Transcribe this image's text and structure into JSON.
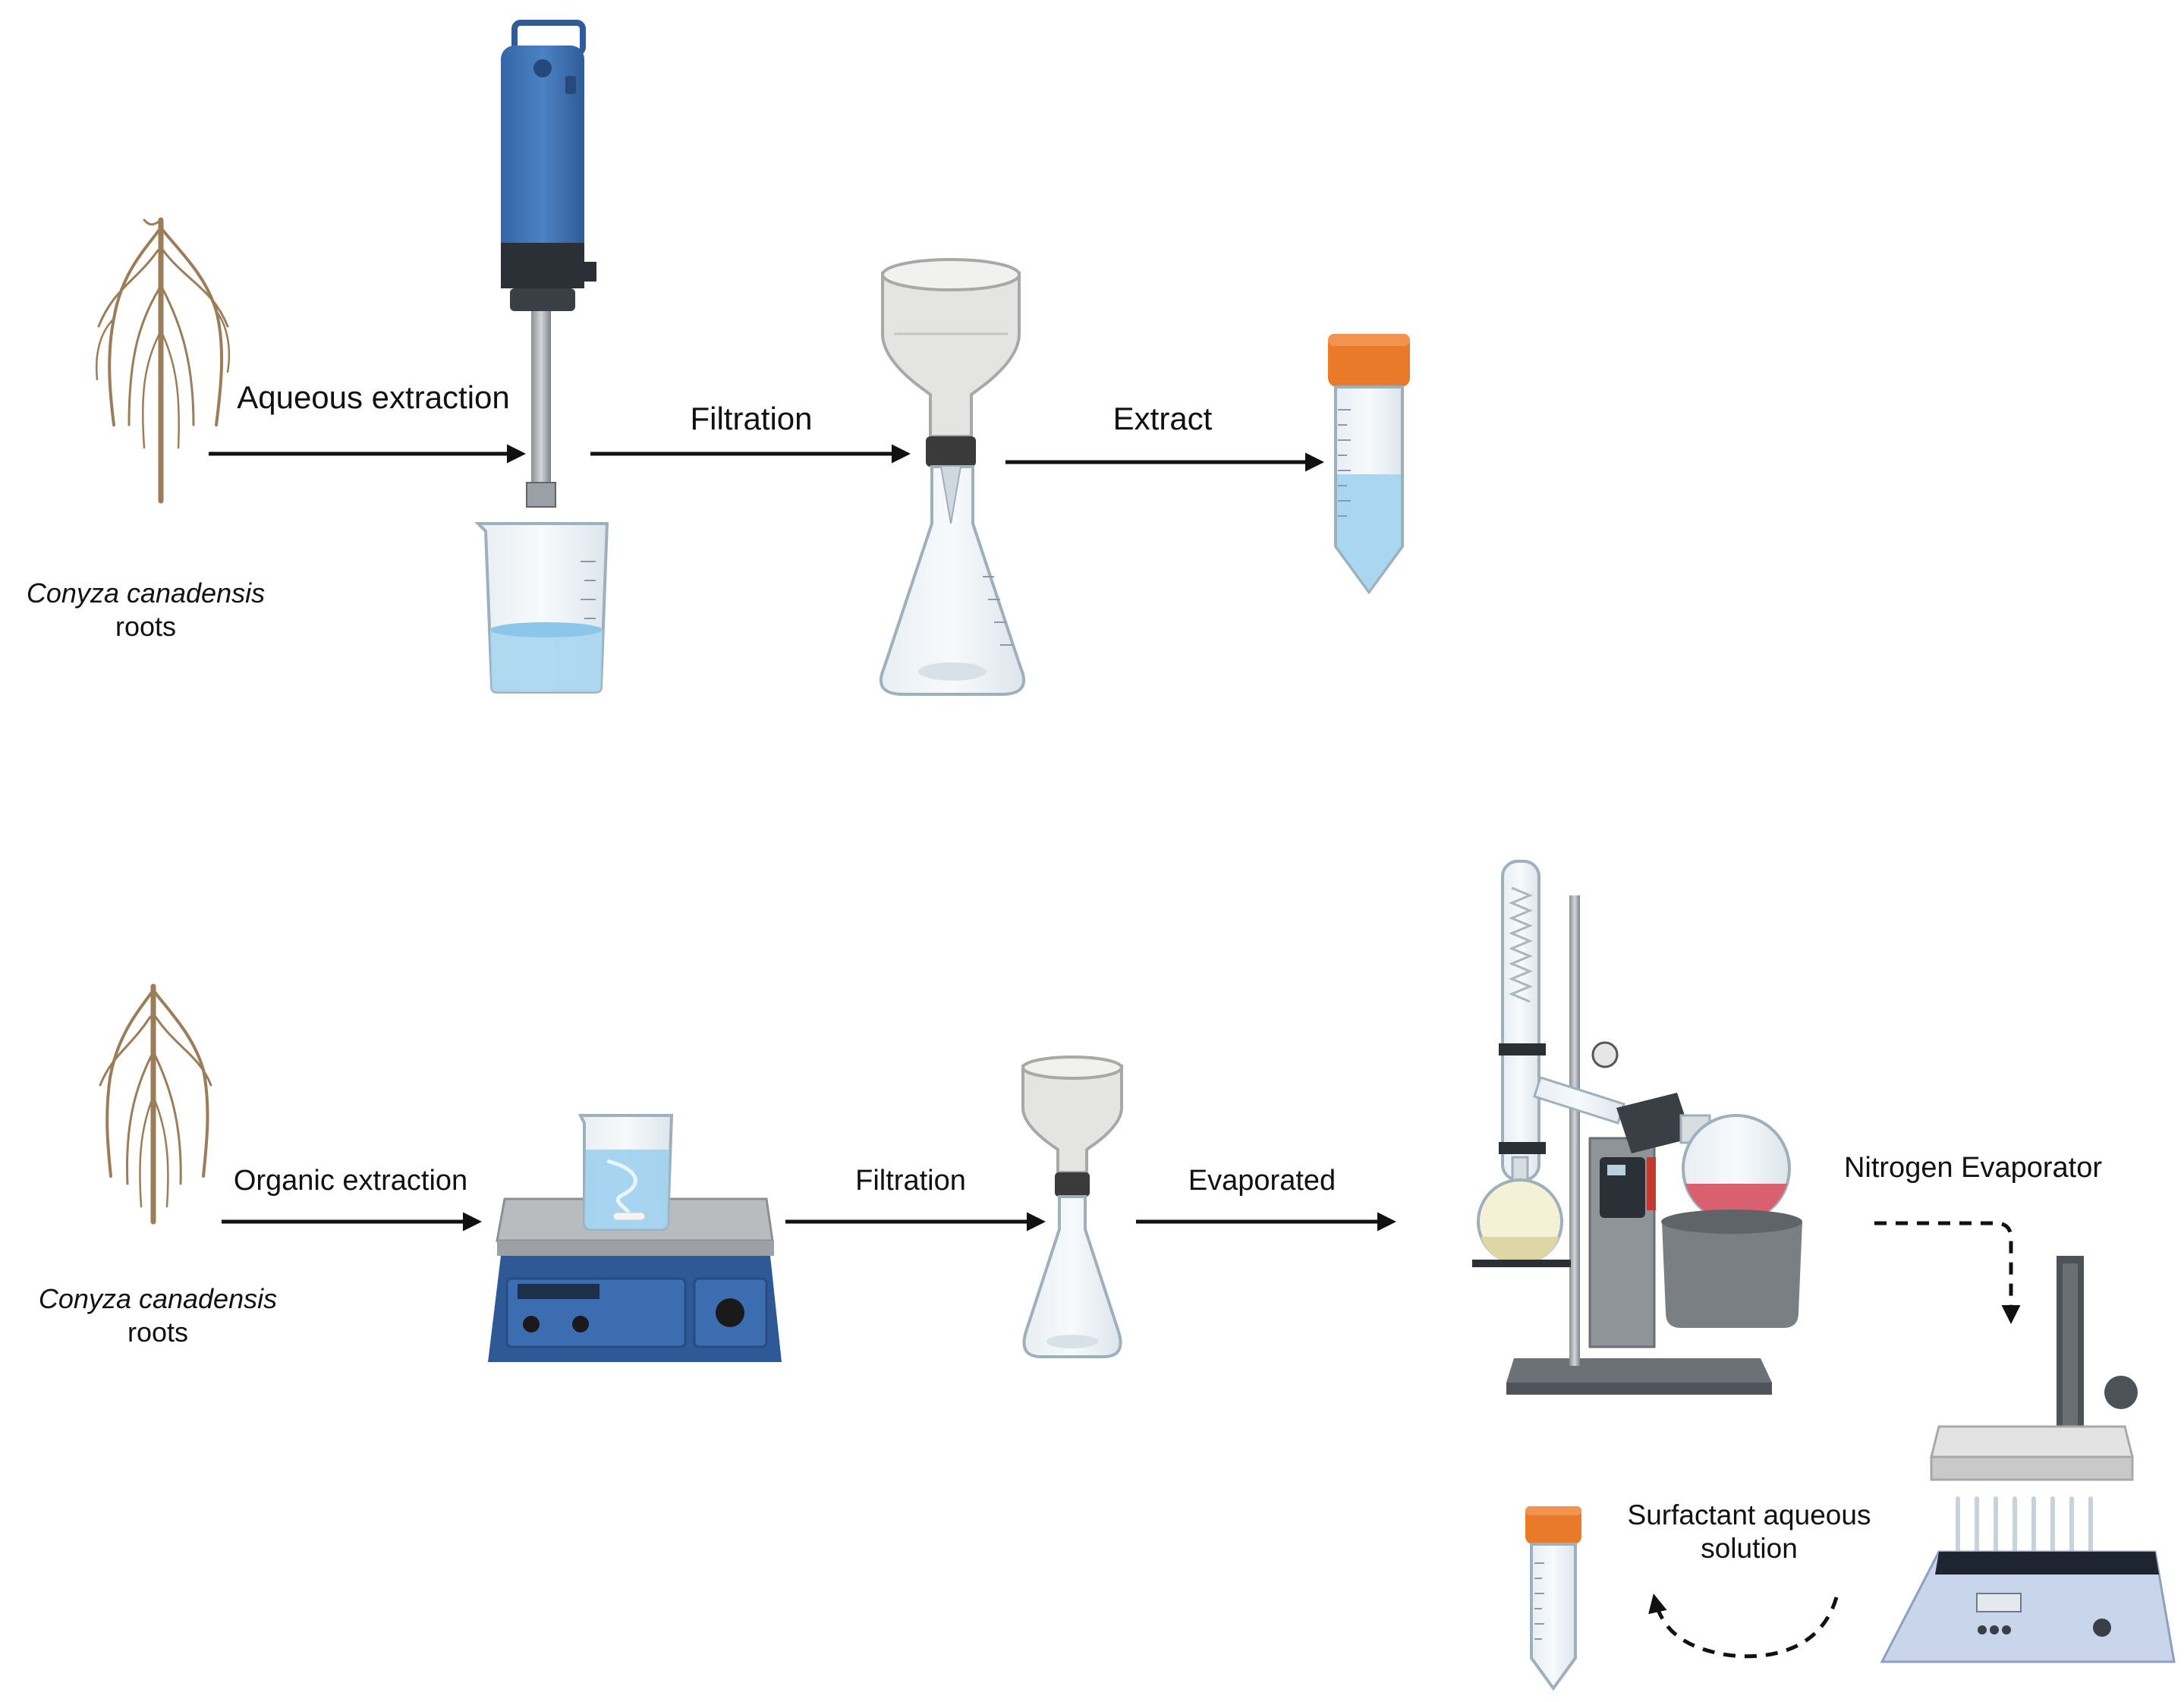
{
  "top_row": {
    "plant_caption": {
      "species": "Conyza  canadensis",
      "part": "roots"
    },
    "step1_label": "Aqueous extraction",
    "step2_label": "Filtration",
    "step3_label": "Extract"
  },
  "bottom_row": {
    "plant_caption": {
      "species": "Conyza  canadensis",
      "part": "roots"
    },
    "step1_label": "Organic extraction",
    "step2_label": "Filtration",
    "step3_label": "Evaporated",
    "step4_label": "Nitrogen Evaporator",
    "step5_label": "Surfactant aqueous solution"
  },
  "colors": {
    "root": "#9b7d5a",
    "homogenizer": "#3d6fb0",
    "liquid_blue": "#a9d6f0",
    "tube_cap": "#e87a2a",
    "flask_red": "#d9606e",
    "stirrer_base": "#2e5896",
    "arrow": "#111111"
  }
}
